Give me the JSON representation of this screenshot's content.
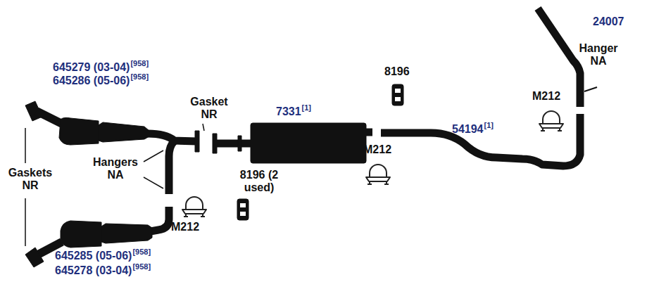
{
  "diagram": {
    "labels": [
      "645279 (03-04)",
      "[958]",
      "645286 (05-06)",
      "[958]",
      "Gasket NR",
      "7331",
      "[1]",
      "8196",
      "24007",
      "Hanger NA",
      "M212",
      "Gaskets NR",
      "Hangers NA",
      "8196 (2 used)",
      "M212",
      "54194",
      "[1]",
      "M212",
      "645285 (05-06)",
      "[958]",
      "645278 (03-04)",
      "[958]"
    ]
  }
}
